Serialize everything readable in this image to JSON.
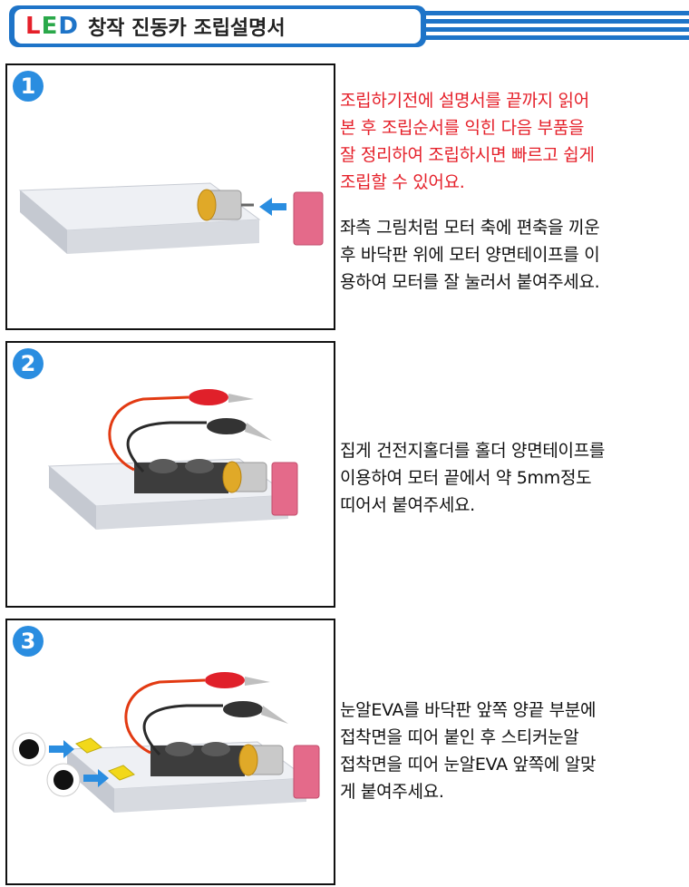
{
  "header": {
    "title_led": "LED",
    "title_rest": "창작 진동카 조립설명서",
    "colors": {
      "brand_blue": "#1e74c8",
      "led_l": "#e5202a",
      "led_e": "#2aa84a",
      "led_d": "#1e74c8"
    }
  },
  "steps": [
    {
      "number": "1",
      "intro": [
        "조립하기전에 설명서를 끝까지 읽어",
        "본 후 조립순서를 익힌 다음 부품을",
        "잘 정리하여 조립하시면 빠르고 쉽게",
        "조립할 수 있어요."
      ],
      "body": [
        "좌측 그림처럼 모터 축에 편축을 끼운",
        "후 바닥판 위에 모터 양면테이프를 이",
        "용하여 모터를 잘 눌러서 붙여주세요."
      ]
    },
    {
      "number": "2",
      "body": [
        "집게 건전지홀더를 홀더 양면테이프를",
        "이용하여 모터 끝에서 약 5mm정도",
        "띠어서 붙여주세요."
      ]
    },
    {
      "number": "3",
      "body": [
        "눈알EVA를 바닥판 앞쪽 양끝 부분에",
        "접착면을 띠어 붙인 후 스티커눈알",
        "접착면을 띠어 눈알EVA 앞쪽에 알맞",
        "게 붙여주세요."
      ]
    }
  ]
}
